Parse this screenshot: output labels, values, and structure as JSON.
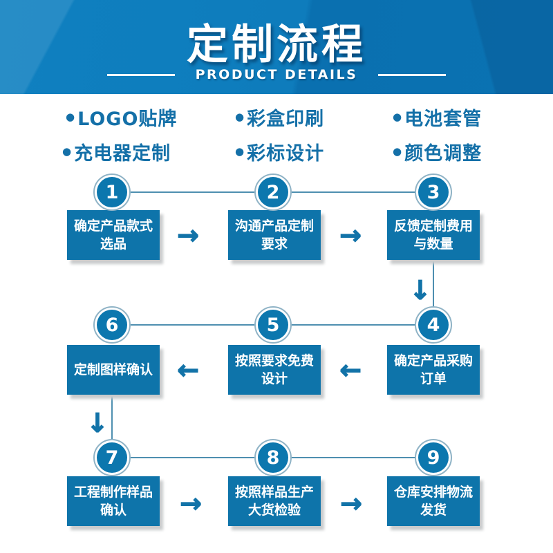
{
  "banner": {
    "title": "定制流程",
    "subtitle": "PRODUCT DETAILS",
    "colors": {
      "base": "#0a72b2",
      "light": "#0f80c0"
    }
  },
  "features": {
    "bullet_char": "●",
    "items": [
      "LOGO贴牌",
      "彩盒印刷",
      "电池套管",
      "充电器定制",
      "彩标设计",
      "颜色调整"
    ]
  },
  "flow": {
    "accent_color": "#0e74aa",
    "line_color": "#4e8fb0",
    "arrow_right": "→",
    "arrow_left": "←",
    "arrow_down": "↓",
    "steps": [
      {
        "num": "1",
        "lines": [
          "确定产品款式",
          "选品"
        ]
      },
      {
        "num": "2",
        "lines": [
          "沟通产品定制",
          "要求"
        ]
      },
      {
        "num": "3",
        "lines": [
          "反馈定制费用",
          "与数量"
        ]
      },
      {
        "num": "4",
        "lines": [
          "确定产品采购",
          "订单"
        ]
      },
      {
        "num": "5",
        "lines": [
          "按照要求免费",
          "设计"
        ]
      },
      {
        "num": "6",
        "lines": [
          "定制图样确认"
        ]
      },
      {
        "num": "7",
        "lines": [
          "工程制作样品",
          "确认"
        ]
      },
      {
        "num": "8",
        "lines": [
          "按照样品生产",
          "大货检验"
        ]
      },
      {
        "num": "9",
        "lines": [
          "仓库安排物流",
          "发货"
        ]
      }
    ]
  }
}
